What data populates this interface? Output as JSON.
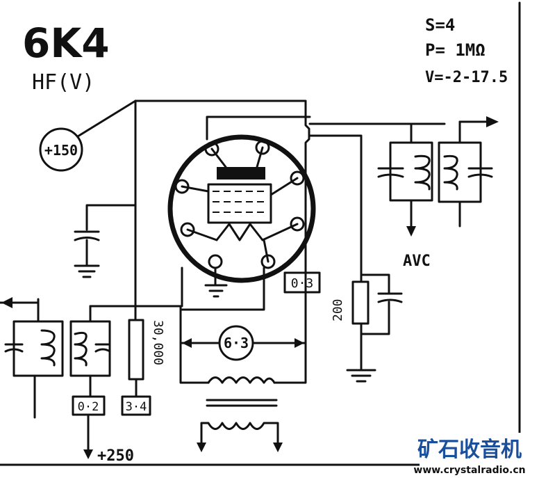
{
  "title": "6K4",
  "subtitle": "HF(V)",
  "specs": [
    "S=4",
    "P= 1MΩ",
    "V=-2-17.5"
  ],
  "labels": {
    "plus150": "+150",
    "avc": "AVC",
    "r200": "200",
    "r30000": "30,000",
    "heater": "6·3",
    "box_03": "0·3",
    "box_02": "0·2",
    "box_34": "3·4",
    "plus250": "+250"
  },
  "watermark": {
    "cn": "矿石收音机",
    "url": "www.crystalradio.cn"
  },
  "colors": {
    "ink": "#111111",
    "watermark_blue": "#1a4f9c"
  }
}
